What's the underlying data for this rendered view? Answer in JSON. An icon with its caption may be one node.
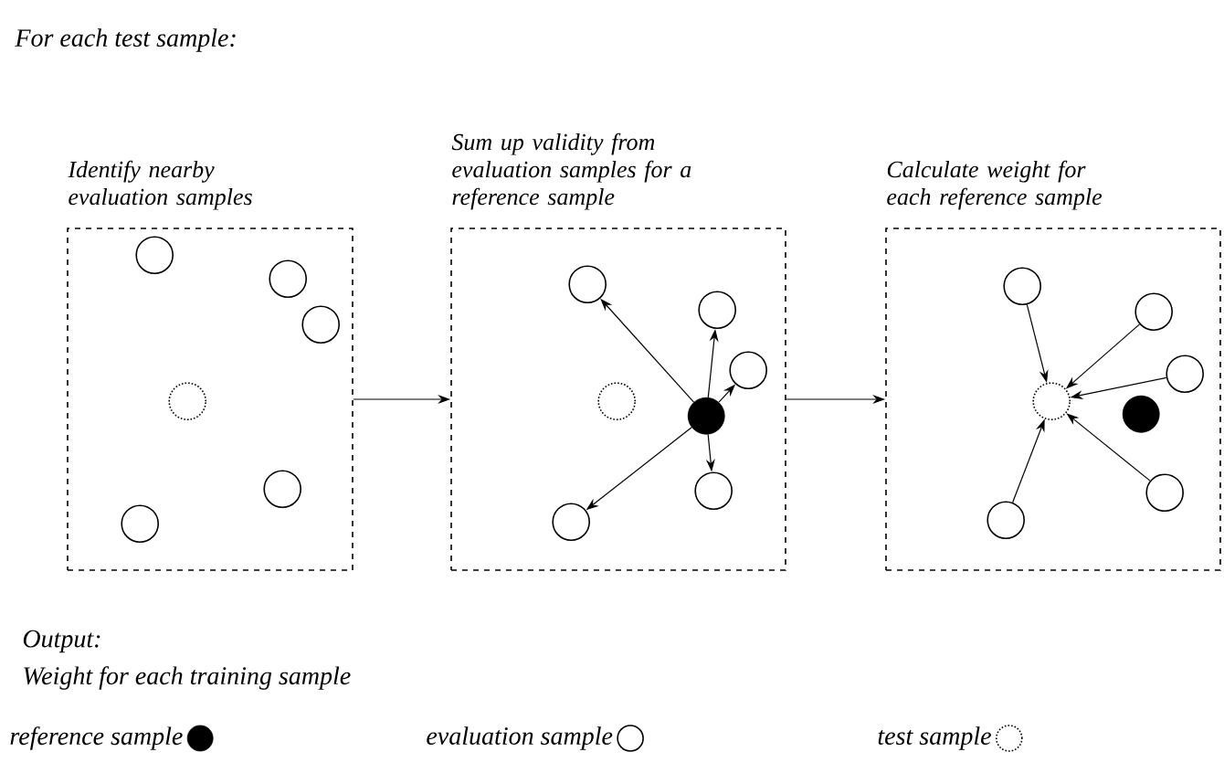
{
  "diagram": {
    "title": "For each test sample:",
    "nodes": [
      {
        "text": [
          "Identify nearby evaluation samples"
        ]
      },
      {
        "text": [],
        "shape": "circle",
        "in": 0
      },
      {
        "text": [],
        "shape": "circle",
        "in": 0
      },
      {
        "text": [],
        "shape": "circle",
        "in": 0
      },
      {
        "text": [],
        "shape": "dotted-circle",
        "in": 0
      },
      {
        "text": [],
        "shape": "circle",
        "in": 0
      },
      {
        "text": [],
        "shape": "circle",
        "in": 0
      },
      {
        "text": [
          "Sum up validity from evaluation samples for a reference sample"
        ]
      },
      {
        "text": [],
        "shape": "circle",
        "in": 7
      },
      {
        "text": [],
        "shape": "circle",
        "in": 7
      },
      {
        "text": [],
        "shape": "circle",
        "in": 7
      },
      {
        "text": [],
        "shape": "dotted-circle",
        "in": 7
      },
      {
        "text": [],
        "shape": "disc",
        "in": 7
      },
      {
        "text": [],
        "shape": "circle",
        "in": 7
      },
      {
        "text": [],
        "shape": "circle",
        "in": 7
      },
      {
        "text": [
          "Calculate weight for each reference sample"
        ]
      },
      {
        "text": [],
        "shape": "circle",
        "in": 15
      },
      {
        "text": [],
        "shape": "circle",
        "in": 15
      },
      {
        "text": [],
        "shape": "circle",
        "in": 15
      },
      {
        "text": [],
        "shape": "dotted-circle",
        "in": 15
      },
      {
        "text": [],
        "shape": "disc",
        "in": 15
      },
      {
        "text": [],
        "shape": "circle",
        "in": 15
      },
      {
        "text": [],
        "shape": "circle",
        "in": 15
      }
    ],
    "edges": [
      {
        "from": 0,
        "to": 7,
        "arrow": "to"
      },
      {
        "from": 7,
        "to": 15,
        "arrow": "to"
      },
      {
        "from": 12,
        "to": 8,
        "arrow": "to"
      },
      {
        "from": 12,
        "to": 9,
        "arrow": "to"
      },
      {
        "from": 12,
        "to": 10,
        "arrow": "to"
      },
      {
        "from": 12,
        "to": 13,
        "arrow": "to"
      },
      {
        "from": 12,
        "to": 14,
        "arrow": "to"
      },
      {
        "from": 16,
        "to": 19,
        "arrow": "to"
      },
      {
        "from": 17,
        "to": 19,
        "arrow": "to"
      },
      {
        "from": 18,
        "to": 19,
        "arrow": "to"
      },
      {
        "from": 21,
        "to": 19,
        "arrow": "to"
      },
      {
        "from": 22,
        "to": 19,
        "arrow": "to"
      }
    ],
    "labels": [
      "Output:",
      "Weight for each training sample"
    ],
    "legend": [
      {
        "text": "reference sample"
      },
      {
        "text": "evaluation sample"
      },
      {
        "text": "test sample"
      }
    ]
  }
}
